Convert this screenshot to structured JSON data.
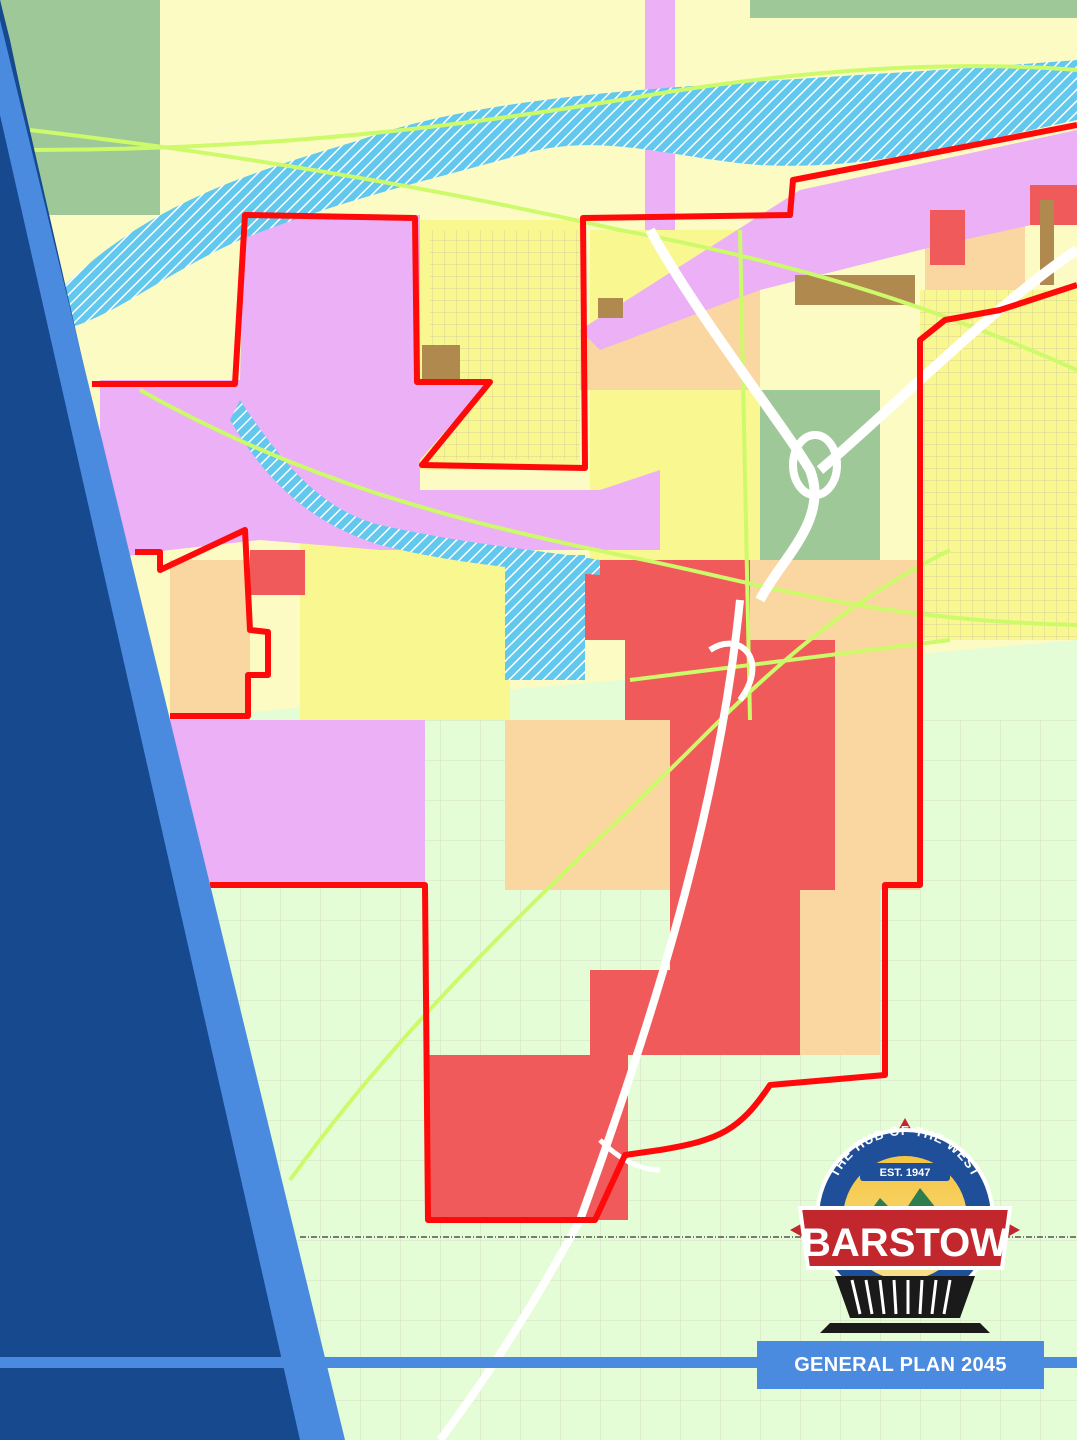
{
  "cover": {
    "plan_title": "GENERAL PLAN 2045"
  },
  "logo": {
    "city_name": "BARSTOW",
    "motto": "THE HUB OF THE WEST",
    "established": "EST. 1947"
  },
  "map": {
    "land_use_colors": {
      "agriculture_open_space": "#e4fdd6",
      "residential_low": "#fdfbc4",
      "residential_medium": "#f9f78f",
      "residential_high": "#fad7a0",
      "commercial": "#f05a5a",
      "industrial": "#ebb0f5",
      "public_open_space": "#9fc898",
      "mixed_use": "#b0894e",
      "water_floodplain": "#62c8ee",
      "city_boundary": "#ff0a0a",
      "rail_corridor": "#cdfa6a",
      "freeway": "#ffffff"
    }
  },
  "frame_colors": {
    "dark_navy": "#17498f",
    "accent_blue": "#4a8be0"
  }
}
